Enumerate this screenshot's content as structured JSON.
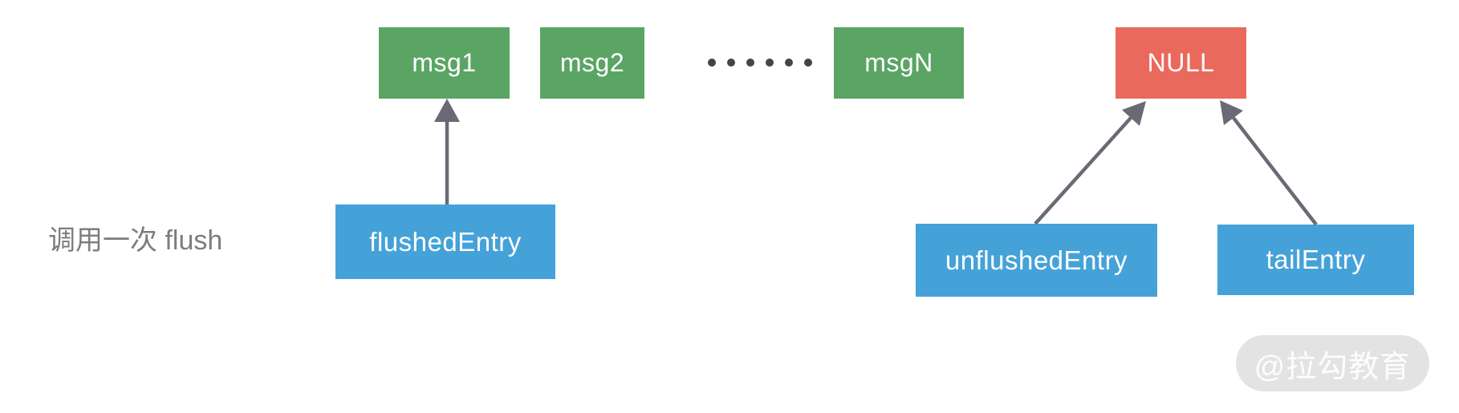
{
  "diagram": {
    "title_annotation": "调用一次 flush",
    "messages": [
      {
        "label": "msg1"
      },
      {
        "label": "msg2"
      },
      {
        "label": "msgN"
      }
    ],
    "ellipsis": {
      "count": 6
    },
    "null_node": {
      "label": "NULL"
    },
    "pointers": [
      {
        "label": "flushedEntry",
        "points_to": "msg1"
      },
      {
        "label": "unflushedEntry",
        "points_to": "NULL"
      },
      {
        "label": "tailEntry",
        "points_to": "NULL"
      }
    ]
  },
  "watermark": {
    "text": "@拉勾教育"
  },
  "colors": {
    "message_box": "#5aa564",
    "null_box": "#e96a5c",
    "pointer_box": "#45a2d9",
    "arrow": "#6a6a76",
    "box_label_text": "#ffffff",
    "annotation_text": "#7d7d7d",
    "ellipsis_dot": "#454545",
    "watermark_bg": "#e3e3e3"
  }
}
